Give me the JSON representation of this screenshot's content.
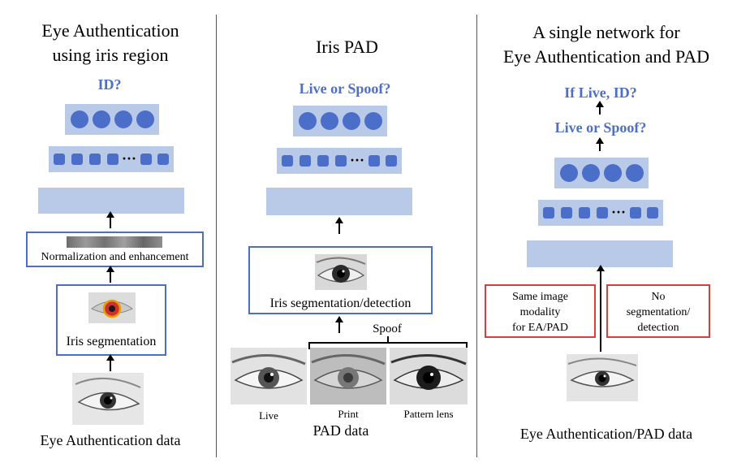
{
  "panels": {
    "left": {
      "title_line1": "Eye Authentication",
      "title_line2": "using iris region",
      "output_label": "ID?",
      "normalization_label": "Normalization and enhancement",
      "segmentation_label": "Iris segmentation",
      "data_label": "Eye Authentication data"
    },
    "middle": {
      "title": "Iris PAD",
      "output_label": "Live or Spoof?",
      "segmentation_label": "Iris segmentation/detection",
      "spoof_label": "Spoof",
      "sample_labels": [
        "Live",
        "Print",
        "Pattern lens"
      ],
      "data_label": "PAD data"
    },
    "right": {
      "title_line1": "A single network for",
      "title_line2": "Eye Authentication and PAD",
      "output_top": "If Live, ID?",
      "output_mid": "Live or Spoof?",
      "box1_lines": [
        "Same image",
        "modality",
        "for EA/PAD"
      ],
      "box2_lines": [
        "No",
        "segmentation/",
        "detection"
      ],
      "data_label": "Eye Authentication/PAD data"
    }
  },
  "colors": {
    "layer_fill": "#b9c9e8",
    "node": "#4b6fc8",
    "blue_text": "#4f6fc4",
    "blue_border": "#4d6ec7",
    "red_border": "#e03a3a"
  }
}
